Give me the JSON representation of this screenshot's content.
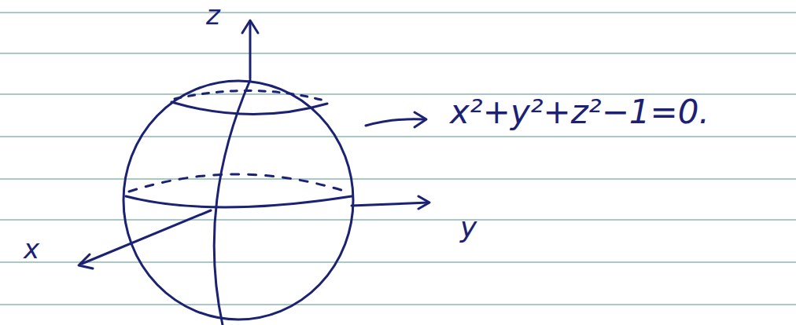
{
  "diagram": {
    "labels": [
      "z",
      "x²+y²+z²−1=0.",
      "y",
      "x"
    ]
  }
}
